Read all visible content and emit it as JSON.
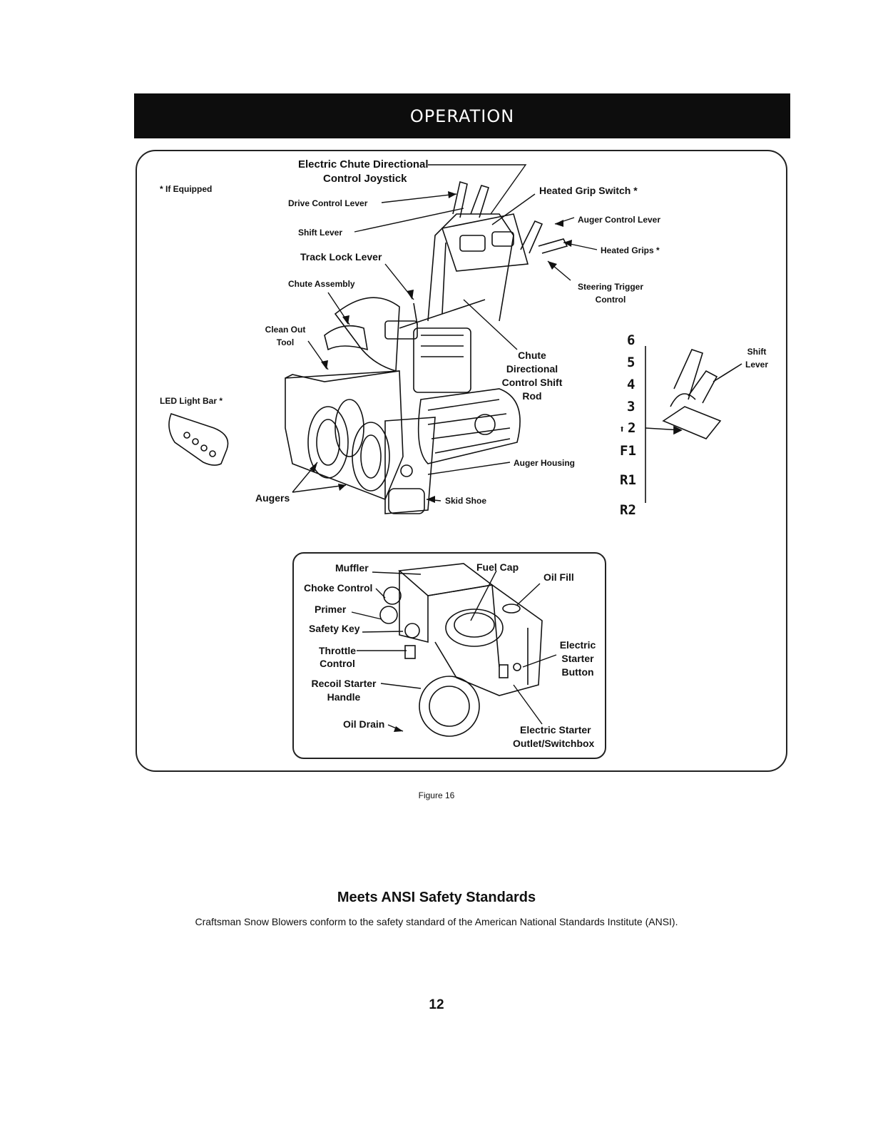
{
  "header": {
    "title": "OPERATION"
  },
  "figure": {
    "if_equipped_note": "* If Equipped",
    "labels": {
      "electric_chute_joystick_1": "Electric Chute Directional",
      "electric_chute_joystick_2": "Control Joystick",
      "drive_control_lever": "Drive Control Lever",
      "shift_lever": "Shift Lever",
      "track_lock_lever": "Track Lock Lever",
      "chute_assembly": "Chute Assembly",
      "clean_out_tool_1": "Clean Out",
      "clean_out_tool_2": "Tool",
      "led_light_bar": "LED Light Bar *",
      "augers": "Augers",
      "skid_shoe": "Skid Shoe",
      "auger_housing": "Auger Housing",
      "chute_shift_rod_1": "Chute",
      "chute_shift_rod_2": "Directional",
      "chute_shift_rod_3": "Control Shift",
      "chute_shift_rod_4": "Rod",
      "heated_grip_switch": "Heated Grip Switch *",
      "auger_control_lever": "Auger Control Lever",
      "heated_grips": "Heated Grips *",
      "steering_trigger_1": "Steering Trigger",
      "steering_trigger_2": "Control",
      "shift_lever_inset_1": "Shift",
      "shift_lever_inset_2": "Lever"
    },
    "gears": [
      "6",
      "5",
      "4",
      "3",
      "2",
      "F1",
      "R1",
      "R2"
    ],
    "engine_labels": {
      "muffler": "Muffler",
      "choke_control": "Choke Control",
      "primer": "Primer",
      "safety_key": "Safety Key",
      "throttle_control_1": "Throttle",
      "throttle_control_2": "Control",
      "recoil_starter_1": "Recoil Starter",
      "recoil_starter_2": "Handle",
      "oil_drain": "Oil Drain",
      "fuel_cap": "Fuel Cap",
      "oil_fill": "Oil Fill",
      "electric_starter_button_1": "Electric",
      "electric_starter_button_2": "Starter",
      "electric_starter_button_3": "Button",
      "electric_starter_outlet_1": "Electric Starter",
      "electric_starter_outlet_2": "Outlet/Switchbox"
    },
    "caption": "Figure 16"
  },
  "section": {
    "heading": "Meets ANSI Safety Standards",
    "body": "Craftsman Snow Blowers conform to the safety standard of the American National Standards Institute (ANSI)."
  },
  "page_number": "12"
}
